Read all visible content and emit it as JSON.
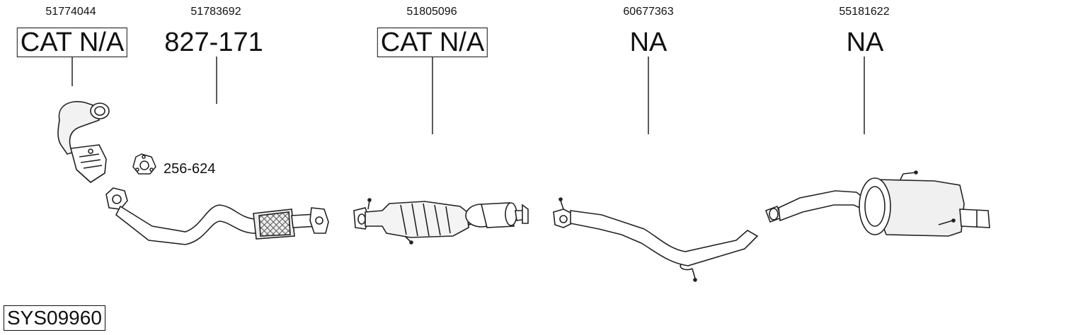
{
  "parts": [
    {
      "part_number": "51774044",
      "ref": "CAT N/A",
      "boxed": true
    },
    {
      "part_number": "51783692",
      "ref": "827-171",
      "boxed": false
    },
    {
      "part_number": "51805096",
      "ref": "CAT N/A",
      "boxed": true
    },
    {
      "part_number": "60677363",
      "ref": "NA",
      "boxed": false
    },
    {
      "part_number": "55181622",
      "ref": "NA",
      "boxed": false
    }
  ],
  "gasket": {
    "ref": "256-624"
  },
  "system_code": "SYS09960",
  "colors": {
    "line": "#222222",
    "fill": "#ffffff",
    "shade": "#e6e6e6"
  }
}
